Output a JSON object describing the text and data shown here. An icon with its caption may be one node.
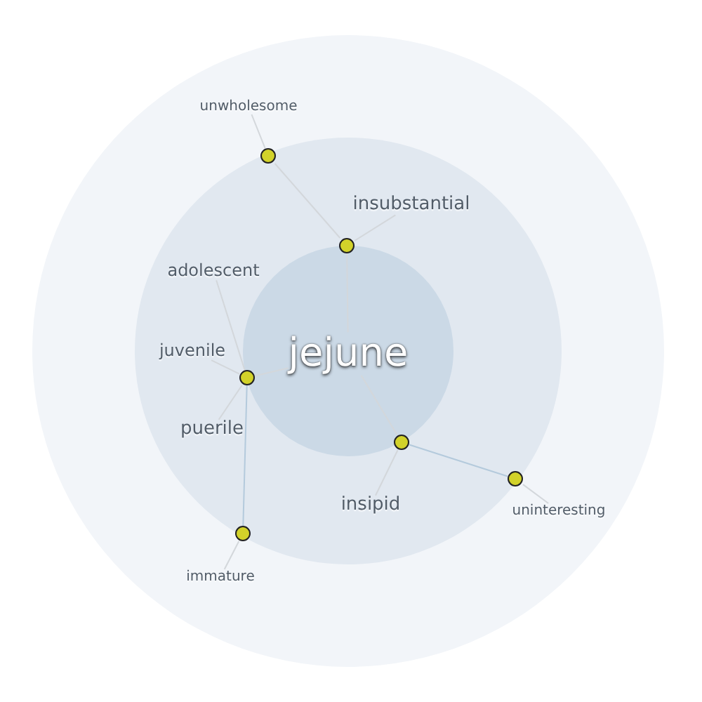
{
  "diagram": {
    "nodes": [
      {
        "text": [
          "jejune"
        ]
      },
      {
        "text": [],
        "shape": "circle"
      },
      {
        "text": [],
        "shape": "circle"
      },
      {
        "text": [],
        "shape": "circle"
      },
      {
        "text": [],
        "shape": "circle"
      },
      {
        "text": [],
        "shape": "circle"
      },
      {
        "text": [],
        "shape": "circle"
      },
      {
        "text": [
          "unwholesome"
        ]
      },
      {
        "text": [
          "insubstantial"
        ]
      },
      {
        "text": [
          "adolescent"
        ]
      },
      {
        "text": [
          "juvenile"
        ]
      },
      {
        "text": [
          "puerile"
        ]
      },
      {
        "text": [
          "insipid"
        ]
      },
      {
        "text": [
          "uninteresting"
        ]
      },
      {
        "text": [
          "immature"
        ]
      }
    ],
    "edges": [
      {
        "from": 0,
        "to": 2,
        "arrow": "none"
      },
      {
        "from": 0,
        "to": 3,
        "arrow": "none"
      },
      {
        "from": 0,
        "to": 4,
        "arrow": "none"
      },
      {
        "from": 2,
        "to": 1,
        "arrow": "none"
      },
      {
        "from": 4,
        "to": 5,
        "arrow": "none",
        "color": "#b4cadc"
      },
      {
        "from": 3,
        "to": 6,
        "arrow": "none",
        "color": "#b4cadc"
      },
      {
        "from": 1,
        "to": 7,
        "arrow": "none"
      },
      {
        "from": 2,
        "to": 8,
        "arrow": "none"
      },
      {
        "from": 3,
        "to": 9,
        "arrow": "none"
      },
      {
        "from": 3,
        "to": 10,
        "arrow": "none"
      },
      {
        "from": 3,
        "to": 11,
        "arrow": "none"
      },
      {
        "from": 4,
        "to": 12,
        "arrow": "none"
      },
      {
        "from": 5,
        "to": 13,
        "arrow": "none"
      },
      {
        "from": 6,
        "to": 14,
        "arrow": "none"
      }
    ]
  }
}
